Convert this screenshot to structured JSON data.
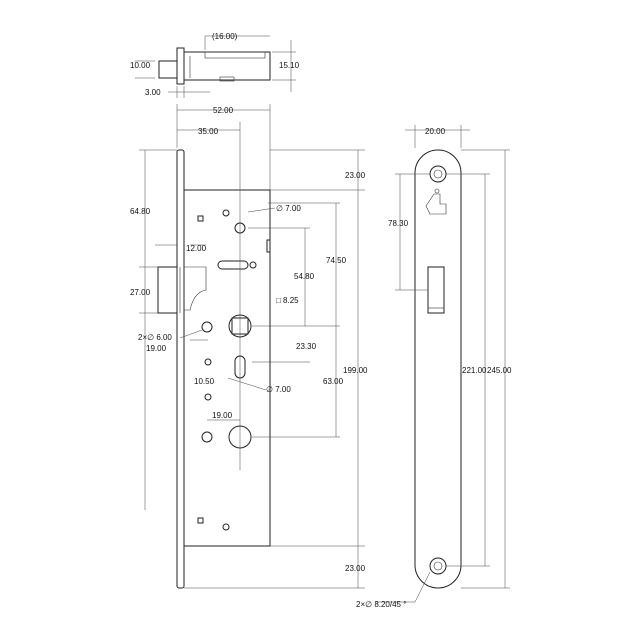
{
  "top_view": {
    "width_label": "(16.00)",
    "height_left": "10.00",
    "height_right": "15.10",
    "offset": "3.00"
  },
  "front_view": {
    "backset": "52.00",
    "inner": "35.00",
    "top_margin": "23.00",
    "bottom_margin": "23.00",
    "to_hole": "64.80",
    "latch_width": "12.00",
    "latch_height": "27.00",
    "hole_top": "∅ 7.00",
    "to_spindle_a": "74.50",
    "to_spindle_b": "54.80",
    "square": "□ 8.25",
    "holes_2x": "2×∅ 6.00",
    "offset_19a": "19.00",
    "pz": "23.30",
    "slot_w": "10.50",
    "hole_bottom": "∅ 7.00",
    "to_cyl": "63.00",
    "overall": "199.00",
    "offset_19b": "19.00"
  },
  "faceplate": {
    "width": "20.00",
    "to_latch": "78.30",
    "screw_dist": "221.00",
    "length": "245.00",
    "screw_holes": "2×∅ 8.20/45 °"
  }
}
